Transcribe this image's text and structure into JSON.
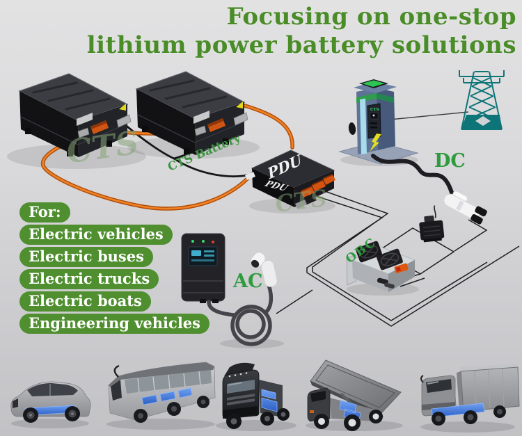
{
  "title": {
    "line1": "Focusing on one-stop",
    "line2": "lithium power battery solutions"
  },
  "for_list": {
    "header": "For:",
    "items": [
      "Electric vehicles",
      "Electric buses",
      "Electric trucks",
      "Electric boats",
      "Engineering vehicles"
    ]
  },
  "scene_labels": {
    "battery_brand": "CTS Battery",
    "pdu_top": "PDU",
    "pdu_front": "PDU",
    "dc": "DC",
    "ac": "AC",
    "obc": "OBC",
    "station_panel": "CTS"
  },
  "watermarks": {
    "left": "CTS",
    "center": "CTS"
  },
  "colors": {
    "title_green": "#4a8c28",
    "pill_green": "#4f8f2f",
    "label_green": "#2f9b3f",
    "cable_orange": "#ef7d1f",
    "battery_black": "#202226",
    "station_blue": "#5d7294",
    "tower_teal": "#0d7478",
    "battery_pack_blue": "#3f6fd8",
    "background_gray": "#d5d5d7"
  },
  "icons": {
    "vehicles": [
      "suv-icon",
      "city-bus-icon",
      "semi-truck-icon",
      "dump-truck-icon",
      "box-truck-icon"
    ],
    "other": [
      "power-tower-icon",
      "lightning-bolt-icon",
      "warning-triangle-icon",
      "dc-gun-icon",
      "ac-gun-icon"
    ]
  }
}
